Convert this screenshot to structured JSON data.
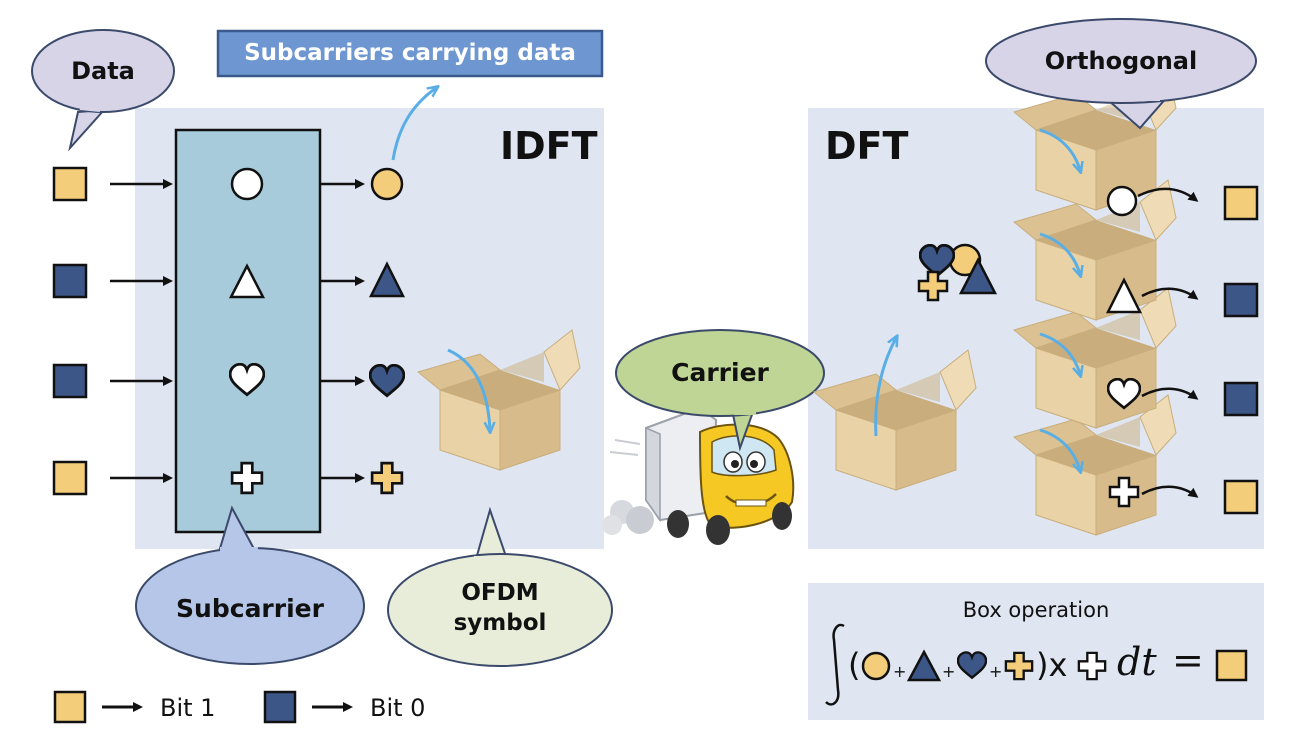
{
  "labels": {
    "data_bubble": "Data",
    "subcarriers_banner": "Subcarriers carrying data",
    "idft": "IDFT",
    "dft": "DFT",
    "orthogonal_bubble": "Orthogonal",
    "carrier_bubble": "Carrier",
    "subcarrier_bubble": "Subcarrier",
    "ofdm_line1": "OFDM",
    "ofdm_line2": "symbol",
    "box_operation": "Box operation",
    "formula_x": ")x",
    "formula_open": "(",
    "formula_plus": "+",
    "formula_dt": "dt",
    "formula_eq": "="
  },
  "legend": [
    {
      "label": "Bit 1",
      "color": "#f3cd7a"
    },
    {
      "label": "Bit 0",
      "color": "#3d5688"
    }
  ],
  "input_bits": [
    1,
    0,
    0,
    1
  ],
  "subcarrier_symbols": [
    "circle-icon",
    "triangle-icon",
    "heart-icon",
    "cross-icon"
  ],
  "colors": {
    "bit1": "#f3cd7a",
    "bit0": "#3d5688",
    "panel": "#dfe6f1",
    "ifft_block": "#a8cbdb",
    "banner": "#6e96d0",
    "bubble_data": "#d8d4e8",
    "bubble_subcarrier": "#b5c6e8",
    "bubble_ofdm": "#e7edd9",
    "bubble_carrier": "#bfd596",
    "box": "#e3c99a",
    "arrow_blue": "#5aaee6"
  }
}
